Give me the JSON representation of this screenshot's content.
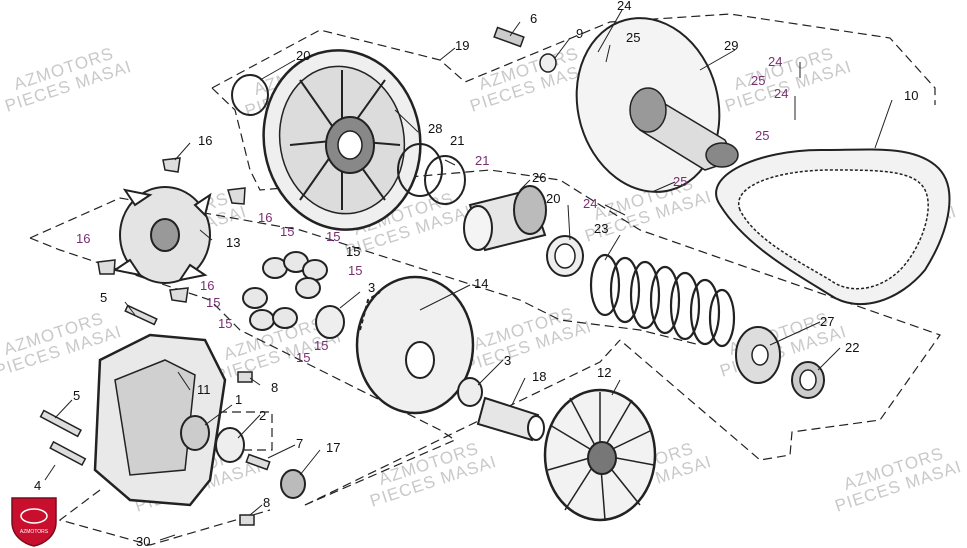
{
  "colors": {
    "black_label": "#111111",
    "purple_label": "#7a2e72",
    "watermark": "#c9c9c9",
    "logo_red": "#c8102e"
  },
  "watermark": {
    "line1": "AZMOTORS",
    "line2": "PIECES MASAI"
  },
  "logo": {
    "text": "AZMOTORS",
    "icon": "shield-logo-icon"
  },
  "callouts": [
    {
      "id": "6",
      "text": "6",
      "color": "black"
    },
    {
      "id": "9",
      "text": "9",
      "color": "black"
    },
    {
      "id": "24a",
      "text": "24",
      "color": "black"
    },
    {
      "id": "25a",
      "text": "25",
      "color": "black"
    },
    {
      "id": "29",
      "text": "29",
      "color": "black"
    },
    {
      "id": "19",
      "text": "19",
      "color": "black"
    },
    {
      "id": "20a",
      "text": "20",
      "color": "black"
    },
    {
      "id": "24b",
      "text": "24",
      "color": "purple"
    },
    {
      "id": "25b",
      "text": "25",
      "color": "purple"
    },
    {
      "id": "24c",
      "text": "24",
      "color": "purple"
    },
    {
      "id": "25c",
      "text": "25",
      "color": "purple"
    },
    {
      "id": "10",
      "text": "10",
      "color": "black"
    },
    {
      "id": "28",
      "text": "28",
      "color": "black"
    },
    {
      "id": "21a",
      "text": "21",
      "color": "black"
    },
    {
      "id": "21b",
      "text": "21",
      "color": "purple"
    },
    {
      "id": "16a",
      "text": "16",
      "color": "black"
    },
    {
      "id": "26",
      "text": "26",
      "color": "black"
    },
    {
      "id": "25d",
      "text": "25",
      "color": "purple"
    },
    {
      "id": "24d",
      "text": "24",
      "color": "purple"
    },
    {
      "id": "20b",
      "text": "20",
      "color": "black"
    },
    {
      "id": "16b",
      "text": "16",
      "color": "purple"
    },
    {
      "id": "13",
      "text": "13",
      "color": "black"
    },
    {
      "id": "16c",
      "text": "16",
      "color": "purple"
    },
    {
      "id": "15a",
      "text": "15",
      "color": "purple"
    },
    {
      "id": "15b",
      "text": "15",
      "color": "purple"
    },
    {
      "id": "15c",
      "text": "15",
      "color": "black"
    },
    {
      "id": "15d",
      "text": "15",
      "color": "purple"
    },
    {
      "id": "23",
      "text": "23",
      "color": "black"
    },
    {
      "id": "14",
      "text": "14",
      "color": "black"
    },
    {
      "id": "16d",
      "text": "16",
      "color": "purple"
    },
    {
      "id": "5a",
      "text": "5",
      "color": "black"
    },
    {
      "id": "15e",
      "text": "15",
      "color": "purple"
    },
    {
      "id": "3a",
      "text": "3",
      "color": "black"
    },
    {
      "id": "15f",
      "text": "15",
      "color": "purple"
    },
    {
      "id": "15g",
      "text": "15",
      "color": "purple"
    },
    {
      "id": "15h",
      "text": "15",
      "color": "purple"
    },
    {
      "id": "27",
      "text": "27",
      "color": "black"
    },
    {
      "id": "22",
      "text": "22",
      "color": "black"
    },
    {
      "id": "3b",
      "text": "3",
      "color": "black"
    },
    {
      "id": "12",
      "text": "12",
      "color": "black"
    },
    {
      "id": "18",
      "text": "18",
      "color": "black"
    },
    {
      "id": "11",
      "text": "11",
      "color": "black"
    },
    {
      "id": "8a",
      "text": "8",
      "color": "black"
    },
    {
      "id": "5b",
      "text": "5",
      "color": "black"
    },
    {
      "id": "1",
      "text": "1",
      "color": "black"
    },
    {
      "id": "2",
      "text": "2",
      "color": "black"
    },
    {
      "id": "7",
      "text": "7",
      "color": "black"
    },
    {
      "id": "17",
      "text": "17",
      "color": "black"
    },
    {
      "id": "4",
      "text": "4",
      "color": "black"
    },
    {
      "id": "8b",
      "text": "8",
      "color": "black"
    },
    {
      "id": "30",
      "text": "30",
      "color": "black"
    }
  ]
}
